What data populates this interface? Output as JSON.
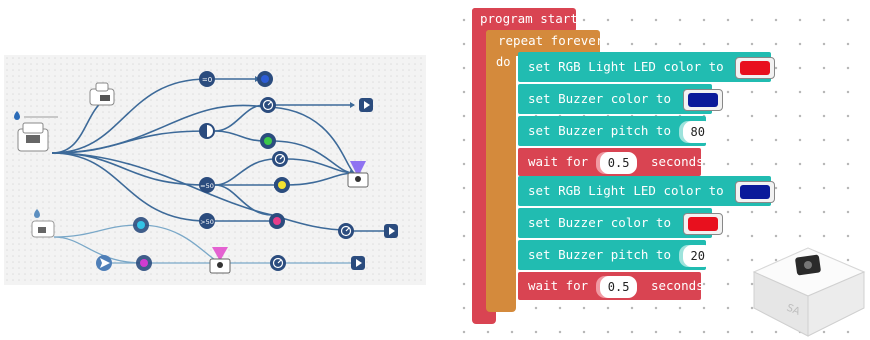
{
  "flow": {
    "nodes": {
      "cond_eq0": "=0",
      "cond_eq50": "=50",
      "cond_gt50": ">50"
    },
    "colors": {
      "bg": "#f2f2f2",
      "node": "#2b4c7e",
      "wire": "#3d6a99",
      "wire_light": "#7aa8c8",
      "blue_led": "#2d5dd6",
      "green_led": "#3cc84a",
      "yellow_led": "#f2e030",
      "pink_led": "#e63d8a",
      "cyan_led": "#33c3e6",
      "magenta_led": "#d03cd0",
      "violet_glow": "#7c5cf0"
    }
  },
  "program": {
    "start_label": "program start",
    "repeat_label": "repeat forever",
    "do_label": "do",
    "statements": [
      {
        "text": "set RGB Light LED color to",
        "color": "#e8101e"
      },
      {
        "text": "set Buzzer color to",
        "color": "#0a1a9a"
      },
      {
        "text": "set Buzzer pitch to",
        "value": "80"
      },
      {
        "text": "wait for",
        "value": "0.5",
        "suffix": "seconds"
      },
      {
        "text": "set RGB Light LED color to",
        "color": "#0a1a9a"
      },
      {
        "text": "set Buzzer color to",
        "color": "#e8101e"
      },
      {
        "text": "set Buzzer pitch to",
        "value": "20"
      },
      {
        "text": "wait for",
        "value": "0.5",
        "suffix": "seconds"
      }
    ]
  },
  "device": {
    "label": "SA"
  }
}
